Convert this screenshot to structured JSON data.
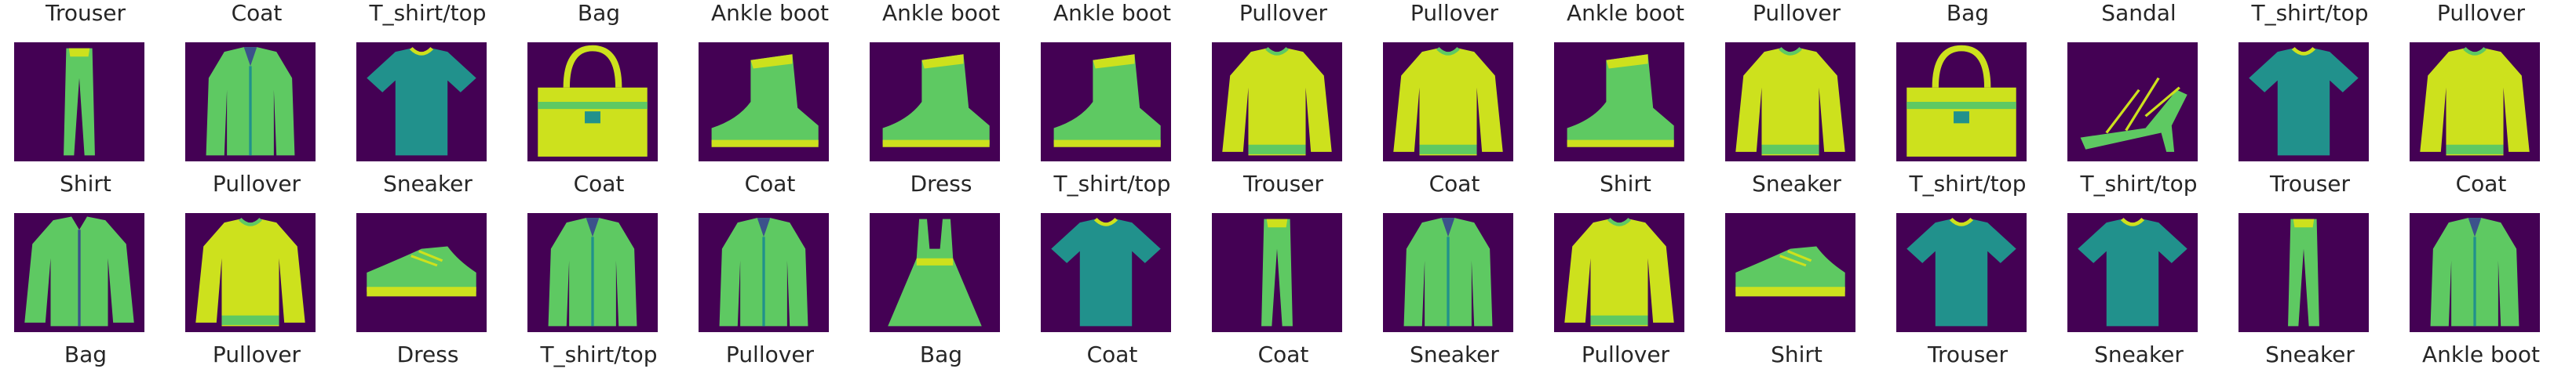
{
  "figure": {
    "colors": {
      "background": "#440154",
      "garment_light": "#cde11d",
      "garment_mid": "#5ec962",
      "garment_teal": "#21918c",
      "garment_dark": "#3b528b"
    },
    "rows": [
      {
        "items": [
          {
            "label": "Trouser",
            "shape": "trouser"
          },
          {
            "label": "Coat",
            "shape": "coat"
          },
          {
            "label": "T_shirt/top",
            "shape": "tshirt"
          },
          {
            "label": "Bag",
            "shape": "bag"
          },
          {
            "label": "Ankle boot",
            "shape": "boot"
          },
          {
            "label": "Ankle boot",
            "shape": "boot"
          },
          {
            "label": "Ankle boot",
            "shape": "boot"
          },
          {
            "label": "Pullover",
            "shape": "pullover"
          },
          {
            "label": "Pullover",
            "shape": "pullover"
          },
          {
            "label": "Ankle boot",
            "shape": "boot"
          },
          {
            "label": "Pullover",
            "shape": "pullover"
          },
          {
            "label": "Bag",
            "shape": "bag"
          },
          {
            "label": "Sandal",
            "shape": "sandal"
          },
          {
            "label": "T_shirt/top",
            "shape": "tshirt"
          },
          {
            "label": "Pullover",
            "shape": "pullover"
          }
        ],
        "below": []
      },
      {
        "items": [
          {
            "label": "Shirt",
            "shape": "shirt"
          },
          {
            "label": "Pullover",
            "shape": "pullover"
          },
          {
            "label": "Sneaker",
            "shape": "sneaker"
          },
          {
            "label": "Coat",
            "shape": "coat"
          },
          {
            "label": "Coat",
            "shape": "coat"
          },
          {
            "label": "Dress",
            "shape": "dress"
          },
          {
            "label": "T_shirt/top",
            "shape": "tshirt"
          },
          {
            "label": "Trouser",
            "shape": "trouser"
          },
          {
            "label": "Coat",
            "shape": "coat"
          },
          {
            "label": "Shirt",
            "shape": "pullover"
          },
          {
            "label": "Sneaker",
            "shape": "sneaker"
          },
          {
            "label": "T_shirt/top",
            "shape": "tshirt"
          },
          {
            "label": "T_shirt/top",
            "shape": "tshirt"
          },
          {
            "label": "Trouser",
            "shape": "trouser"
          },
          {
            "label": "Coat",
            "shape": "coat"
          }
        ],
        "below": [
          "Bag",
          "Pullover",
          "Dress",
          "T_shirt/top",
          "Pullover",
          "Bag",
          "Coat",
          "Coat",
          "Sneaker",
          "Pullover",
          "Shirt",
          "Trouser",
          "Sneaker",
          "Sneaker",
          "Ankle boot"
        ]
      }
    ]
  }
}
